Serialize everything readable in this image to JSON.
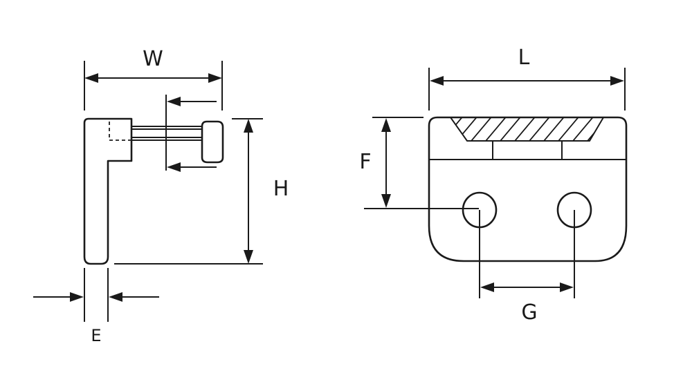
{
  "side_view": {
    "width_label": "W",
    "height_label": "H",
    "thickness_label": "E"
  },
  "front_view": {
    "length_label": "L",
    "hole_offset_label": "F",
    "hole_spacing_label": "G"
  },
  "colors": {
    "line": "#1a1a1a",
    "background": "#ffffff"
  }
}
